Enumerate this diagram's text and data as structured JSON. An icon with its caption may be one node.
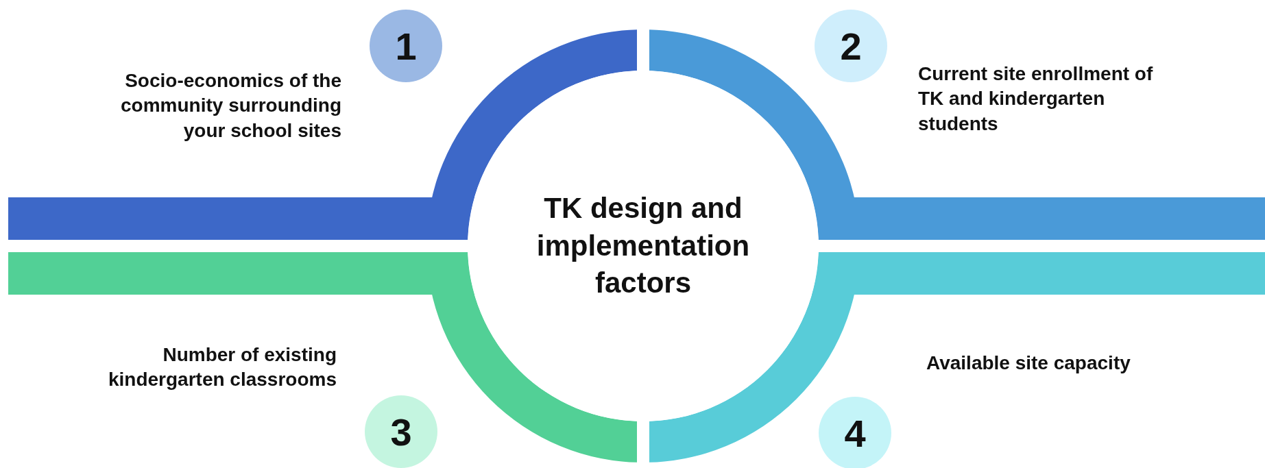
{
  "diagram": {
    "nodes": [
      {
        "text": [
          "1"
        ],
        "beside": [
          "Socio-economics of the community surrounding your school sites"
        ]
      },
      {
        "text": [
          "2"
        ],
        "beside": [
          "Current site enrollment of TK and kindergarten students"
        ]
      },
      {
        "text": [
          "TK design and implementation factors"
        ]
      },
      {
        "text": [
          "3"
        ],
        "beside": [
          "Number of existing kindergarten classrooms"
        ]
      },
      {
        "text": [
          "4"
        ],
        "beside": [
          "Available site capacity"
        ]
      }
    ]
  }
}
